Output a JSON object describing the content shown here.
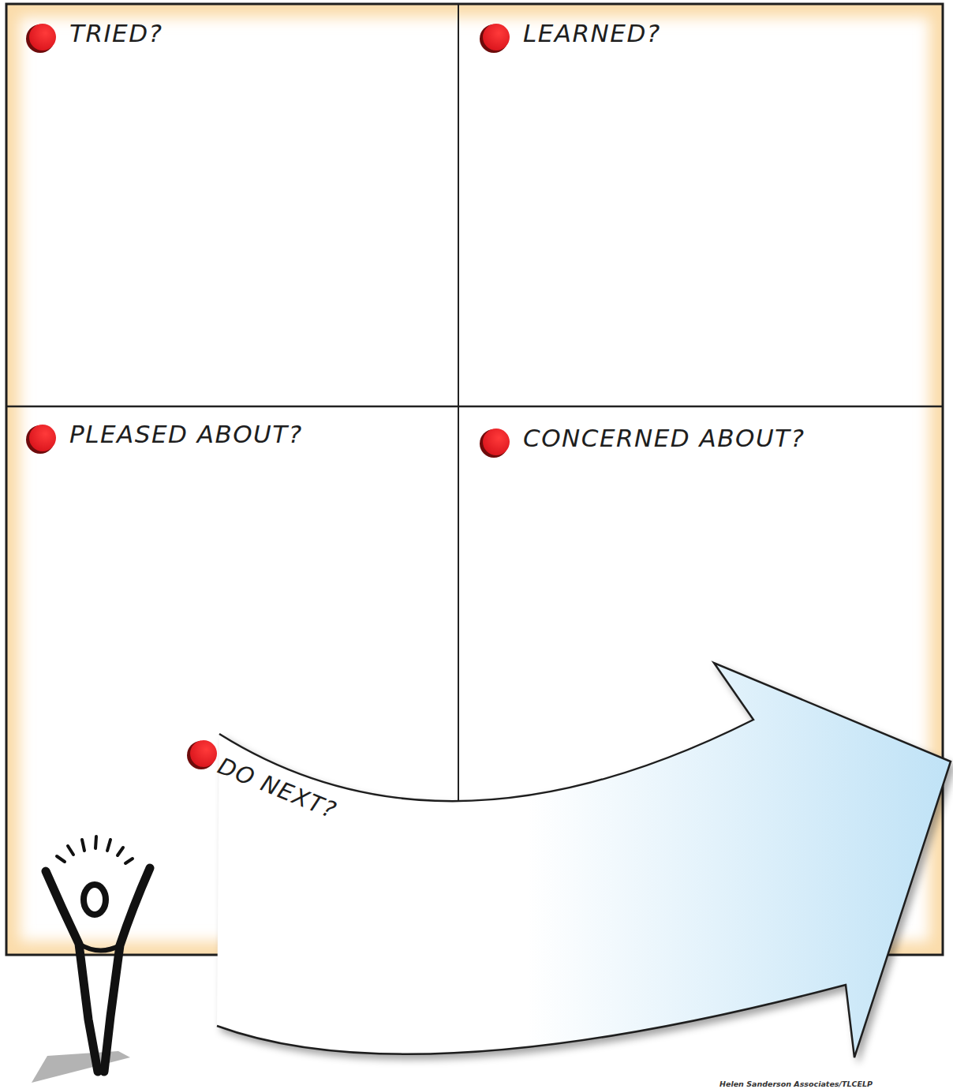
{
  "diagram": {
    "nodes": [
      {
        "text": [
          "TRIED?"
        ]
      },
      {
        "text": [
          "LEARNED?"
        ]
      },
      {
        "text": [
          "PLEASED ABOUT?"
        ]
      },
      {
        "text": [
          "CONCERNED ABOUT?"
        ]
      },
      {
        "text": [
          "DO NEXT?"
        ]
      }
    ],
    "labels": [
      "Helen Sanderson Associates/TLCELP"
    ]
  }
}
